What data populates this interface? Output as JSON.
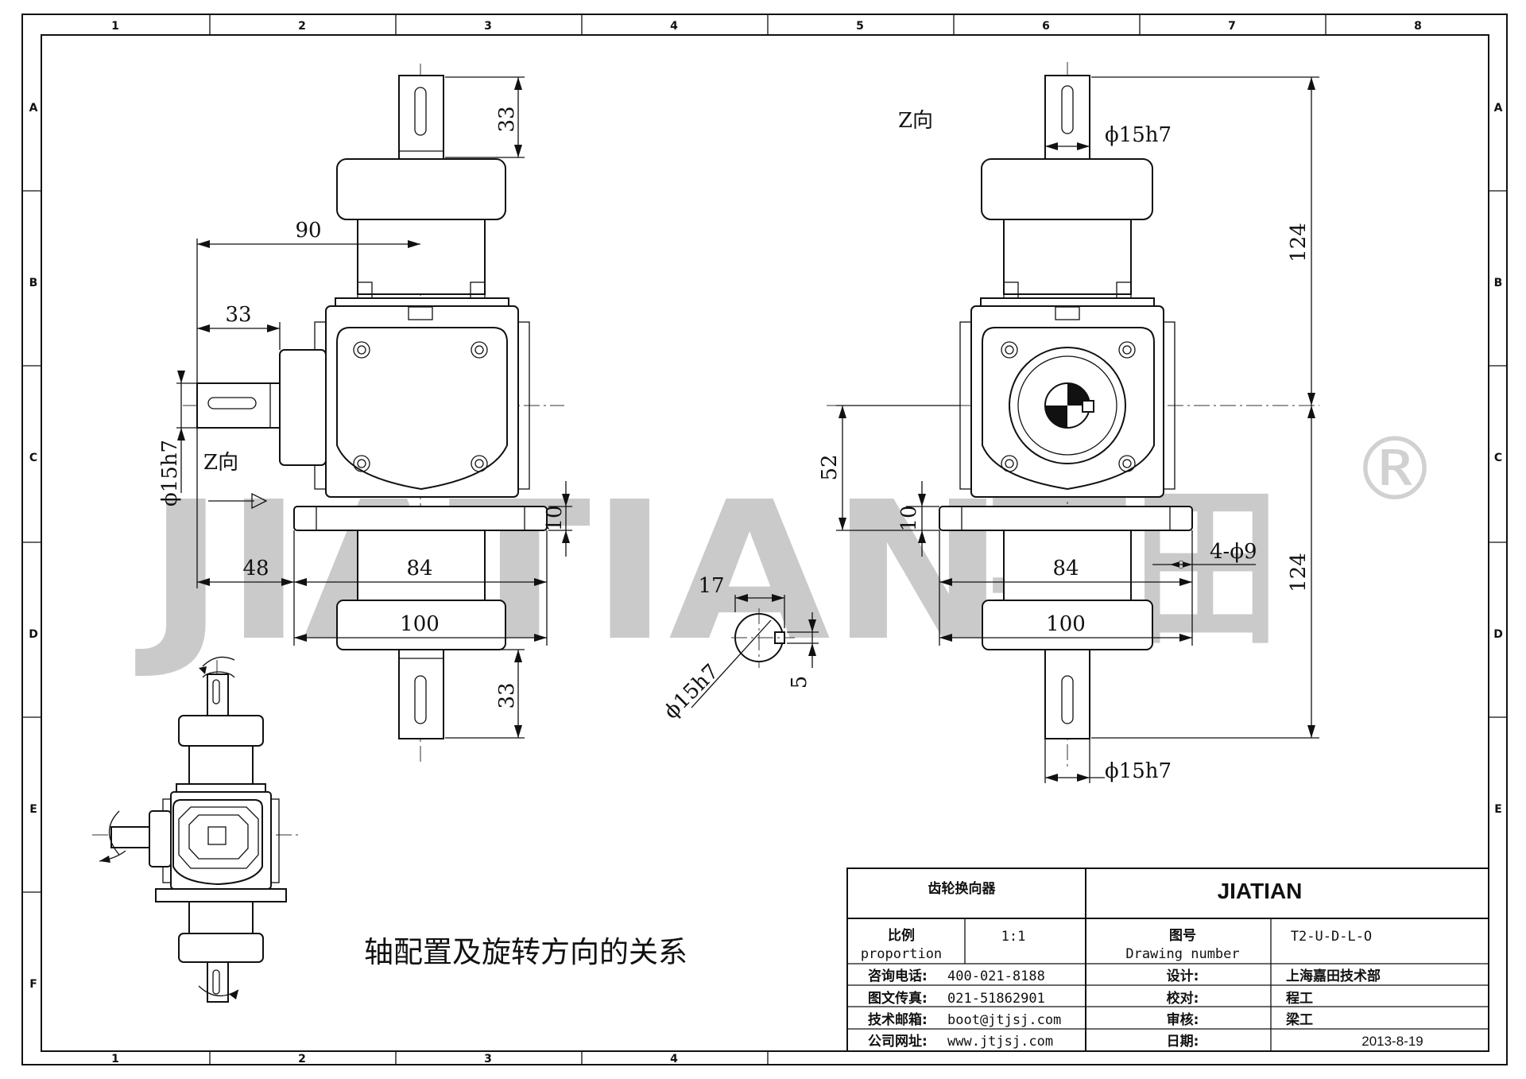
{
  "border": {
    "top_numbers": [
      "1",
      "2",
      "3",
      "4",
      "5",
      "6",
      "7",
      "8"
    ],
    "bottom_numbers": [
      "1",
      "2",
      "3",
      "4"
    ],
    "side_letters": [
      "A",
      "B",
      "C",
      "D",
      "E",
      "F"
    ]
  },
  "watermark": {
    "brand": "JIATIAN",
    "cjk": "嘉田",
    "registered": "®"
  },
  "view_left": {
    "dims": {
      "top_shaft": "33",
      "width_90": "90",
      "side_shaft": "33",
      "dia": "ϕ15h7",
      "z_dir": "Z向",
      "flange_10": "10",
      "d48": "48",
      "d84": "84",
      "d100": "100",
      "bottom_shaft": "33"
    }
  },
  "view_right": {
    "title": "Z向",
    "dims": {
      "dia_top": "ϕ15h7",
      "h124_top": "124",
      "d52": "52",
      "flange_10": "10",
      "d84": "84",
      "holes": "4-ϕ9",
      "h124_bottom": "124",
      "d100": "100",
      "dia_bottom": "ϕ15h7"
    }
  },
  "keyway": {
    "d17": "17",
    "d5": "5",
    "dia": "ϕ15h7"
  },
  "caption": "轴配置及旋转方向的关系",
  "title_block": {
    "product": "齿轮换向器",
    "brand": "JIATIAN",
    "scale_label": "比例",
    "scale_label_en": "proportion",
    "scale_value": "1:1",
    "drawing_no_label": "图号",
    "drawing_no_label_en": "Drawing number",
    "drawing_no": "T2-U-D-L-O",
    "phone_label": "咨询电话:",
    "phone": "400-021-8188",
    "fax_label": "图文传真:",
    "fax": "021-51862901",
    "email_label": "技术邮箱:",
    "email": "boot@jtjsj.com",
    "web_label": "公司网址:",
    "web": "www.jtjsj.com",
    "design_label": "设计:",
    "design": "上海嘉田技术部",
    "check_label": "校对:",
    "check": "程工",
    "review_label": "审核:",
    "review": "梁工",
    "date_label": "日期:",
    "date": "2013-8-19"
  }
}
